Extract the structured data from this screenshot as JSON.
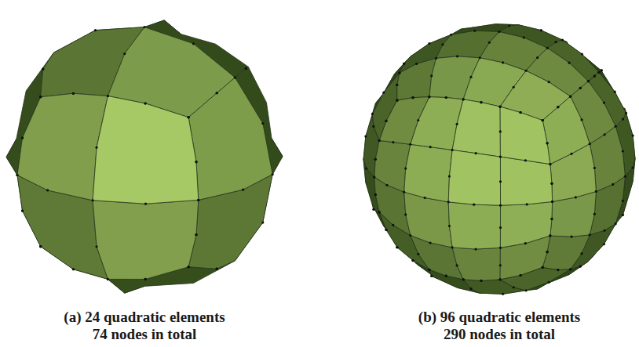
{
  "diagram": {
    "labels": [
      "(a) 24 quadratic elements",
      "74 nodes in total",
      "(b) 96 quadratic elements",
      "290 nodes in total"
    ]
  }
}
